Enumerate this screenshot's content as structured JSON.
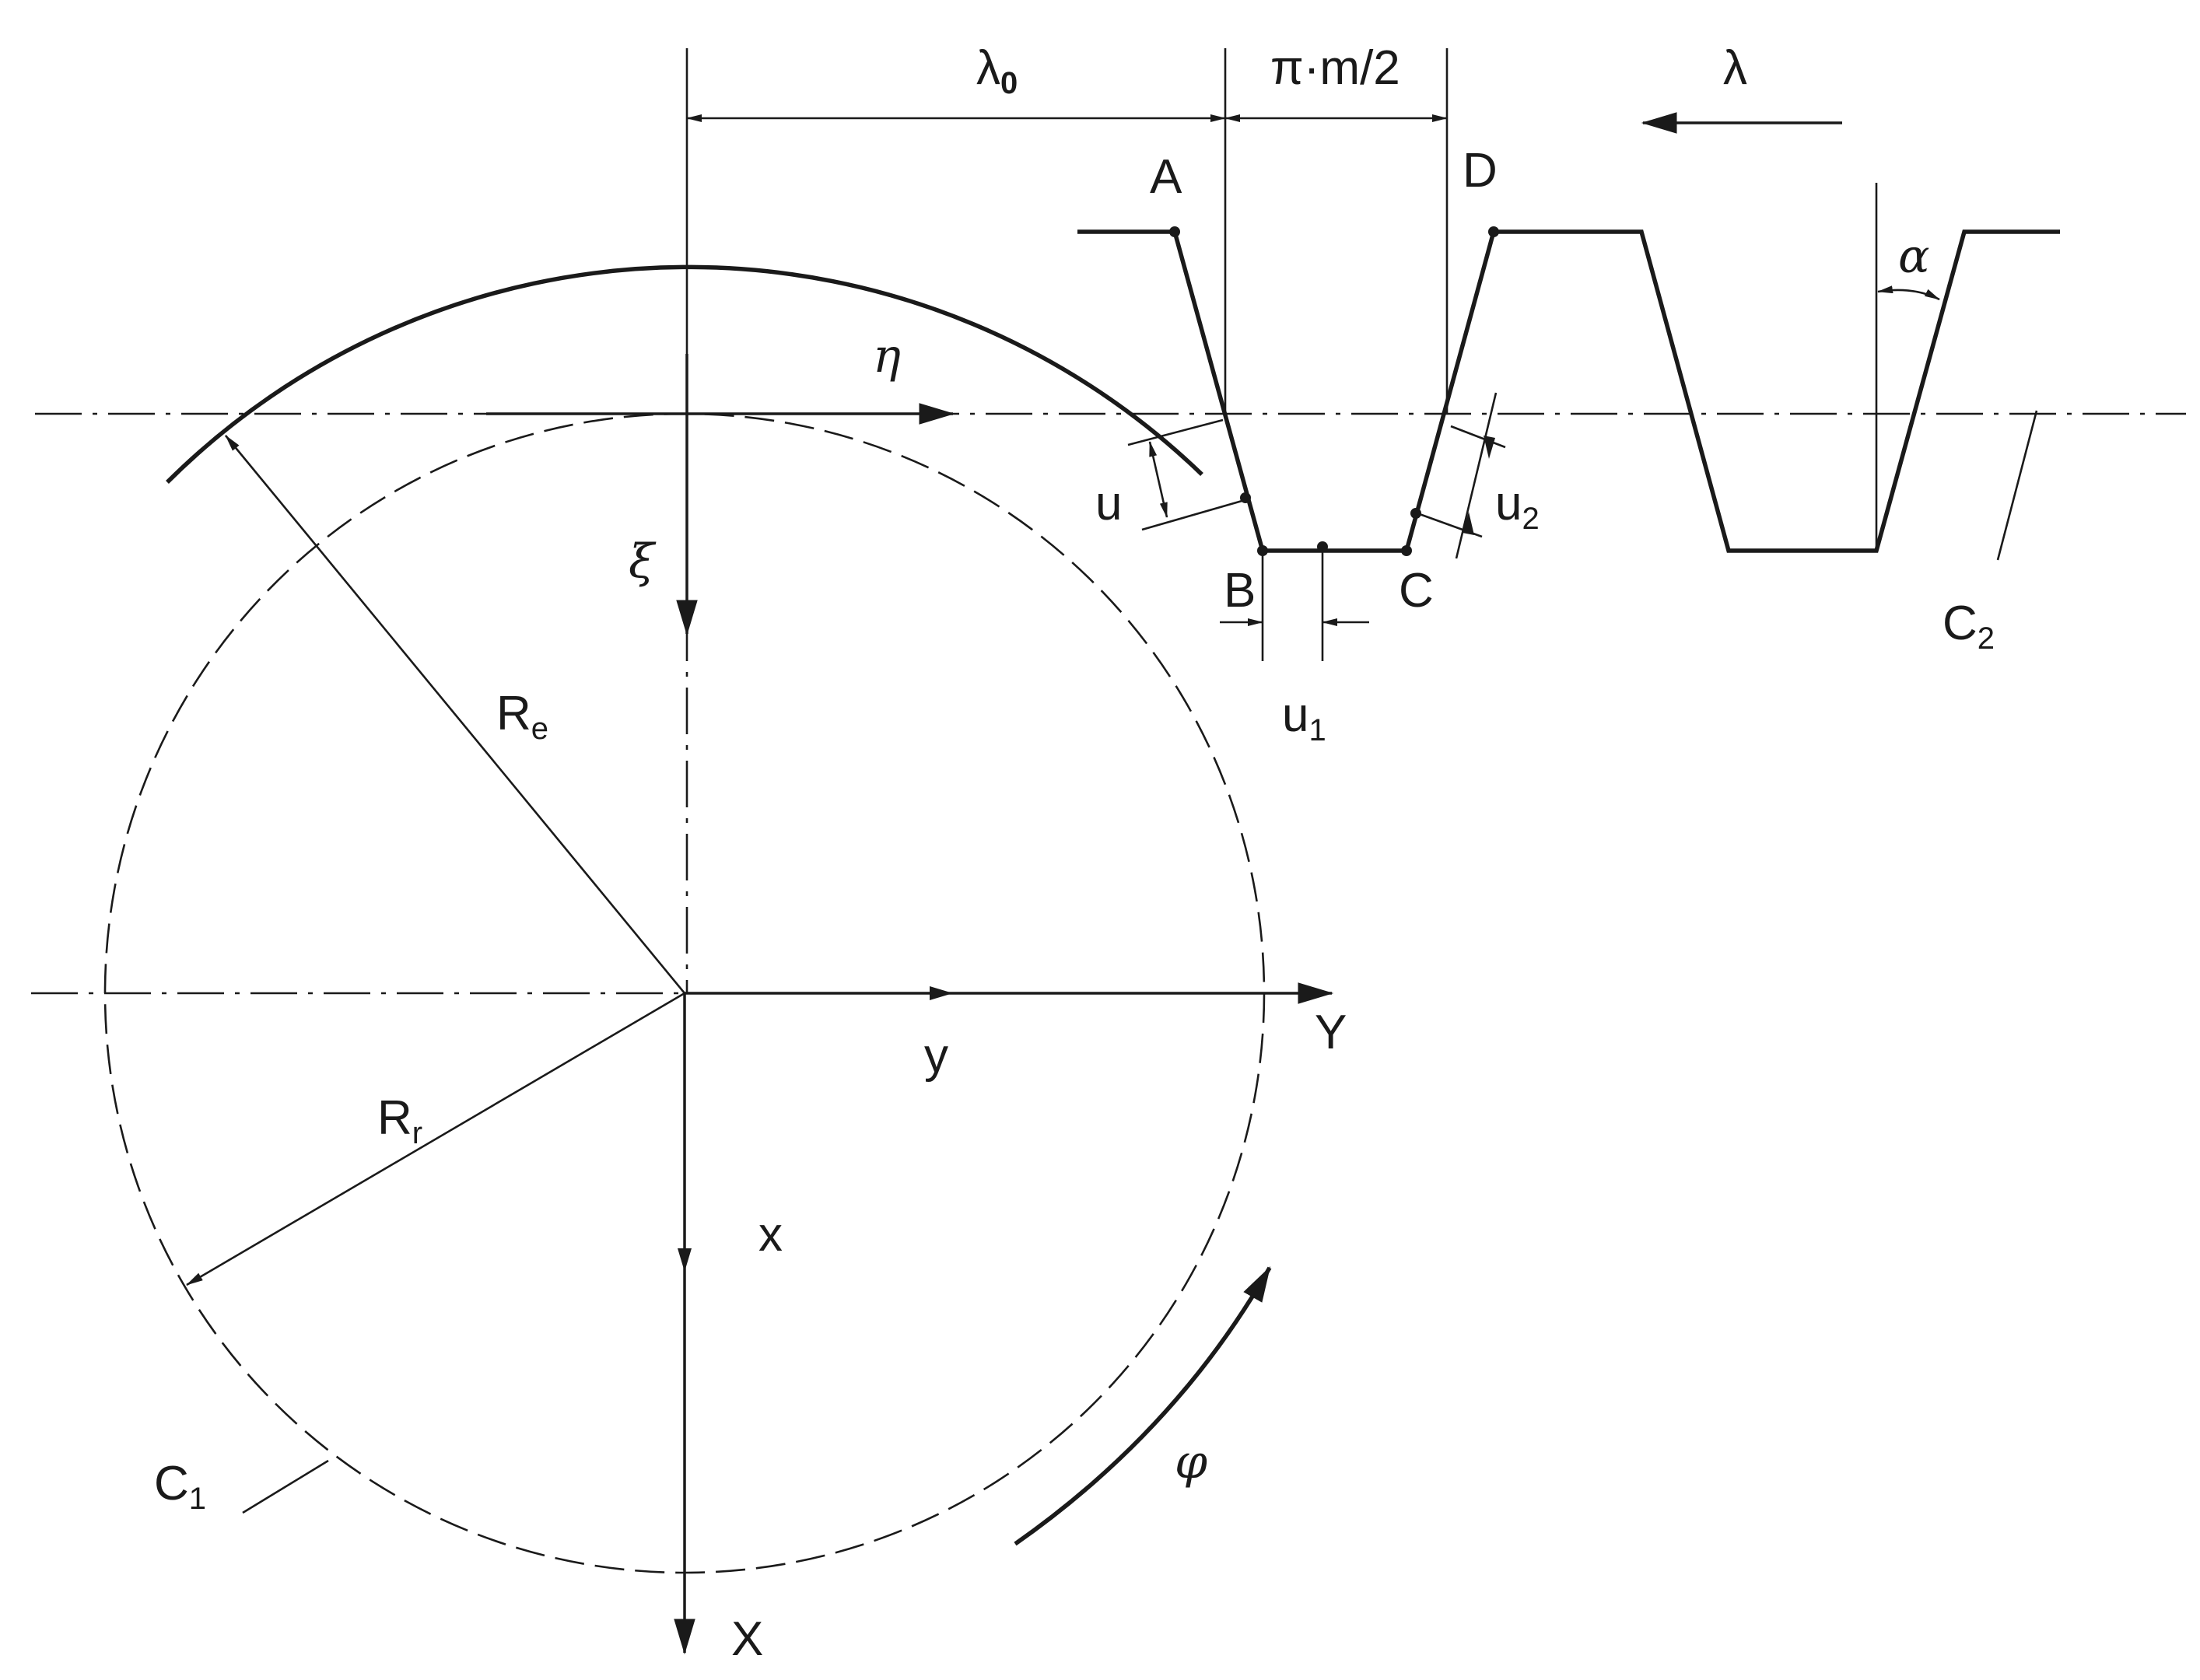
{
  "labels": {
    "lambda0": "λ",
    "lambda0_sub": "0",
    "pi_m_2": "π·m/2",
    "lambda": "λ",
    "A": "A",
    "D": "D",
    "B": "B",
    "C": "C",
    "alpha": "α",
    "eta": "η",
    "xi": "ξ",
    "u": "u",
    "u1": "u",
    "u1_sub": "1",
    "u2": "u",
    "u2_sub": "2",
    "C2": "C",
    "C2_sub": "2",
    "C1": "C",
    "C1_sub": "1",
    "Re": "R",
    "Re_sub": "e",
    "Rr": "R",
    "Rr_sub": "r",
    "y": "y",
    "Y": "Y",
    "x": "x",
    "X": "X",
    "phi": "φ"
  }
}
